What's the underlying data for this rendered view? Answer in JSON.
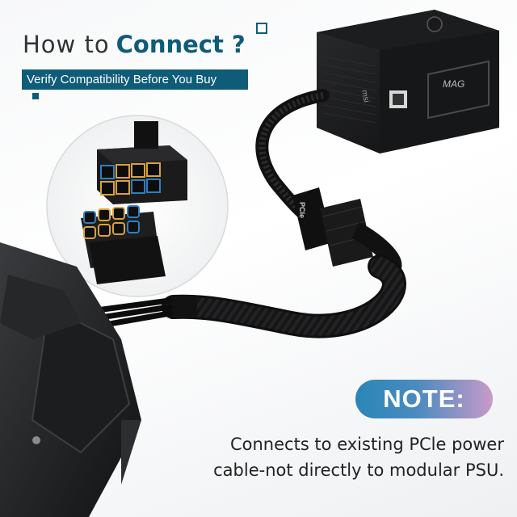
{
  "title": {
    "how_to": "How to",
    "connect": "Connect ?"
  },
  "subtitle": "Verify Compatibility Before You Buy",
  "psu": {
    "brand_mark": "MAG",
    "side_mark": "msi"
  },
  "connector_label": "PCIe",
  "note": {
    "badge": "NOTE:",
    "line1": "Connects to existing PCle power",
    "line2": "cable-not directly to modular PSU."
  },
  "colors": {
    "brand_teal": "#0f5c78",
    "pin_blue": "#2f7fc1",
    "pin_gold": "#d9a23c",
    "note_gradient_start": "#2a86b7",
    "note_gradient_end": "#c89ac9"
  }
}
